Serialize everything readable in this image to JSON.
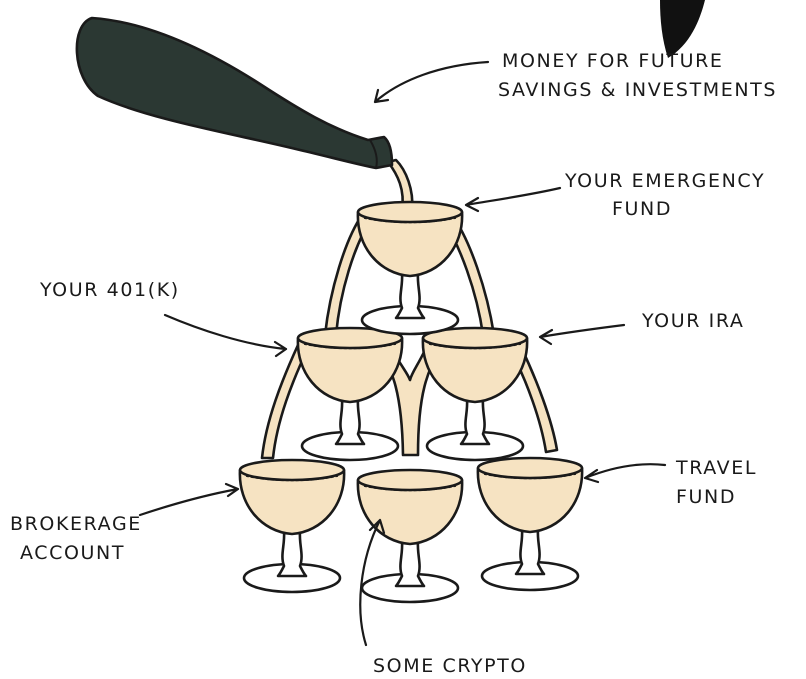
{
  "colors": {
    "bottle": "#2b3833",
    "liquid": "#f6e3c2",
    "ink": "#1a1a1a",
    "background": "#ffffff"
  },
  "labels": {
    "bottle": {
      "line1": "MONEY FOR FUTURE",
      "line2": "SAVINGS & INVESTMENTS"
    },
    "emergency": {
      "line1": "YOUR EMERGENCY",
      "line2": "FUND"
    },
    "k401": {
      "line1": "YOUR 401(K)"
    },
    "ira": {
      "line1": "YOUR IRA"
    },
    "travel": {
      "line1": "TRAVEL",
      "line2": "FUND"
    },
    "brokerage": {
      "line1": "BROKERAGE",
      "line2": "ACCOUNT"
    },
    "crypto": {
      "line1": "SOME CRYPTO"
    }
  },
  "icons": [
    "champagne-bottle-icon",
    "champagne-glass-icon",
    "arrow-icon"
  ]
}
